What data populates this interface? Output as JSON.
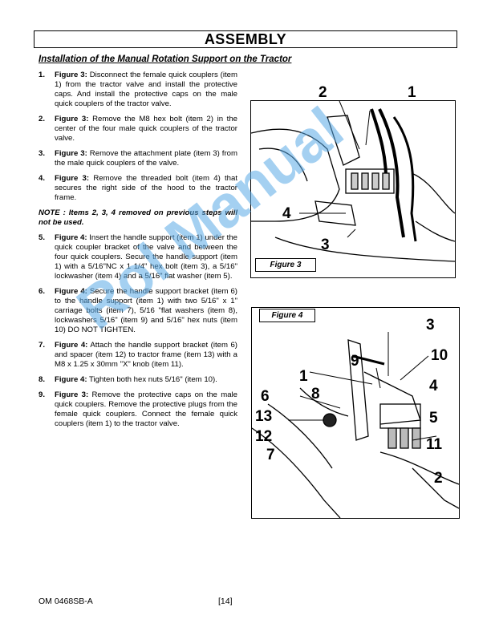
{
  "header": {
    "title": "ASSEMBLY"
  },
  "section": {
    "heading": "Installation of the Manual Rotation Support on the Tractor"
  },
  "steps": [
    {
      "num": "1.",
      "fig": "Figure 3:",
      "text": " Disconnect the female quick couplers (item 1) from the tractor valve and install the protective caps. And install the protective caps on the male quick couplers of the tractor valve."
    },
    {
      "num": "2.",
      "fig": "Figure 3:",
      "text": " Remove the M8 hex bolt (item 2) in the center of the four male quick couplers of the tractor valve."
    },
    {
      "num": "3.",
      "fig": "Figure 3:",
      "text": " Remove the attachment plate (item 3) from the male quick couplers of the valve."
    },
    {
      "num": "4.",
      "fig": "Figure 3:",
      "text": " Remove the threaded bolt (item 4) that secures the right side of the hood to the tractor frame."
    }
  ],
  "note": "NOTE : Items 2, 3, 4 removed on previous steps will not be used.",
  "steps2": [
    {
      "num": "5.",
      "fig": "Figure 4:",
      "text": " Insert the handle support (item 1) under the quick coupler bracket of the valve and between the four quick couplers. Secure the handle support (item 1) with a 5/16\"NC x 1 1/4\" hex bolt (item 3), a 5/16\" lockwasher (item 4) and a 5/16\" flat washer (item 5)."
    },
    {
      "num": "6.",
      "fig": "Figure 4:",
      "text": " Secure the handle support bracket (item 6) to the handle support (item 1) with two 5/16\" x 1\" carriage bolts (item 7), 5/16 \"flat washers (item 8), lockwashers 5/16\" (item 9) and 5/16\" hex nuts (item 10) DO NOT TIGHTEN."
    },
    {
      "num": "7.",
      "fig": "Figure 4:",
      "text": " Attach the handle support bracket (item 6) and spacer (item 12) to tractor frame (item 13) with a M8 x 1.25 x 30mm \"X\" knob (item 11)."
    },
    {
      "num": "8.",
      "fig": "Figure 4:",
      "text": " Tighten both hex nuts 5/16\" (item 10)."
    },
    {
      "num": "9.",
      "fig": "Figure 3:",
      "text": " Remove the protective caps on the male quick couplers. Remove the protective plugs from the female quick couplers. Connect the female quick couplers (item 1) to the tractor valve."
    }
  ],
  "figure3": {
    "caption": "Figure 3",
    "callouts": [
      "2",
      "1",
      "4",
      "3"
    ]
  },
  "figure4": {
    "caption": "Figure 4",
    "callouts": [
      "3",
      "9",
      "10",
      "1",
      "8",
      "4",
      "6",
      "13",
      "5",
      "12",
      "11",
      "7",
      "2"
    ]
  },
  "watermark": "Rol Manual",
  "footer": {
    "doc_id": "OM 0468SB-A",
    "page": "[14]"
  }
}
